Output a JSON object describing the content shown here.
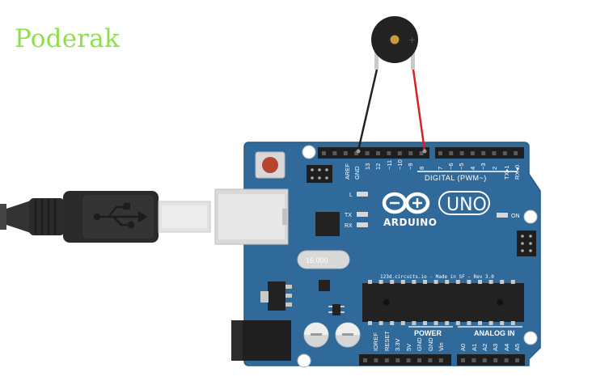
{
  "title": "Poderak",
  "board": {
    "brand": "ARDUINO",
    "model": "UNO",
    "digital_label": "DIGITAL (PWM~)",
    "power_label": "POWER",
    "analog_label": "ANALOG IN",
    "on_label": "ON",
    "l_label": "L",
    "tx_label": "TX",
    "rx_label": "RX",
    "credit": "123d.circuits.io - Made in SF - Rev 3.0",
    "crystal": "16.000",
    "digital_pins": [
      "AREF",
      "GND",
      "13",
      "12",
      "~11",
      "~10",
      "~9",
      "8",
      "7",
      "~6",
      "~5",
      "4",
      "~3",
      "2",
      "TX▸1",
      "RX◂0"
    ],
    "power_pins": [
      "IOREF",
      "RESET",
      "3.3V",
      "5V",
      "GND",
      "GND",
      "Vin"
    ],
    "analog_pins": [
      "A0",
      "A1",
      "A2",
      "A3",
      "A4",
      "A5"
    ]
  },
  "colors": {
    "title": "#8ee04a",
    "board": "#2f6a9b",
    "wire_gnd": "#222222",
    "wire_signal": "#d62222"
  },
  "buzzer": {
    "polarity": "+"
  },
  "connections": [
    {
      "from": "buzzer-negative",
      "to": "GND",
      "color": "black"
    },
    {
      "from": "buzzer-positive",
      "to": "8",
      "color": "red"
    }
  ]
}
